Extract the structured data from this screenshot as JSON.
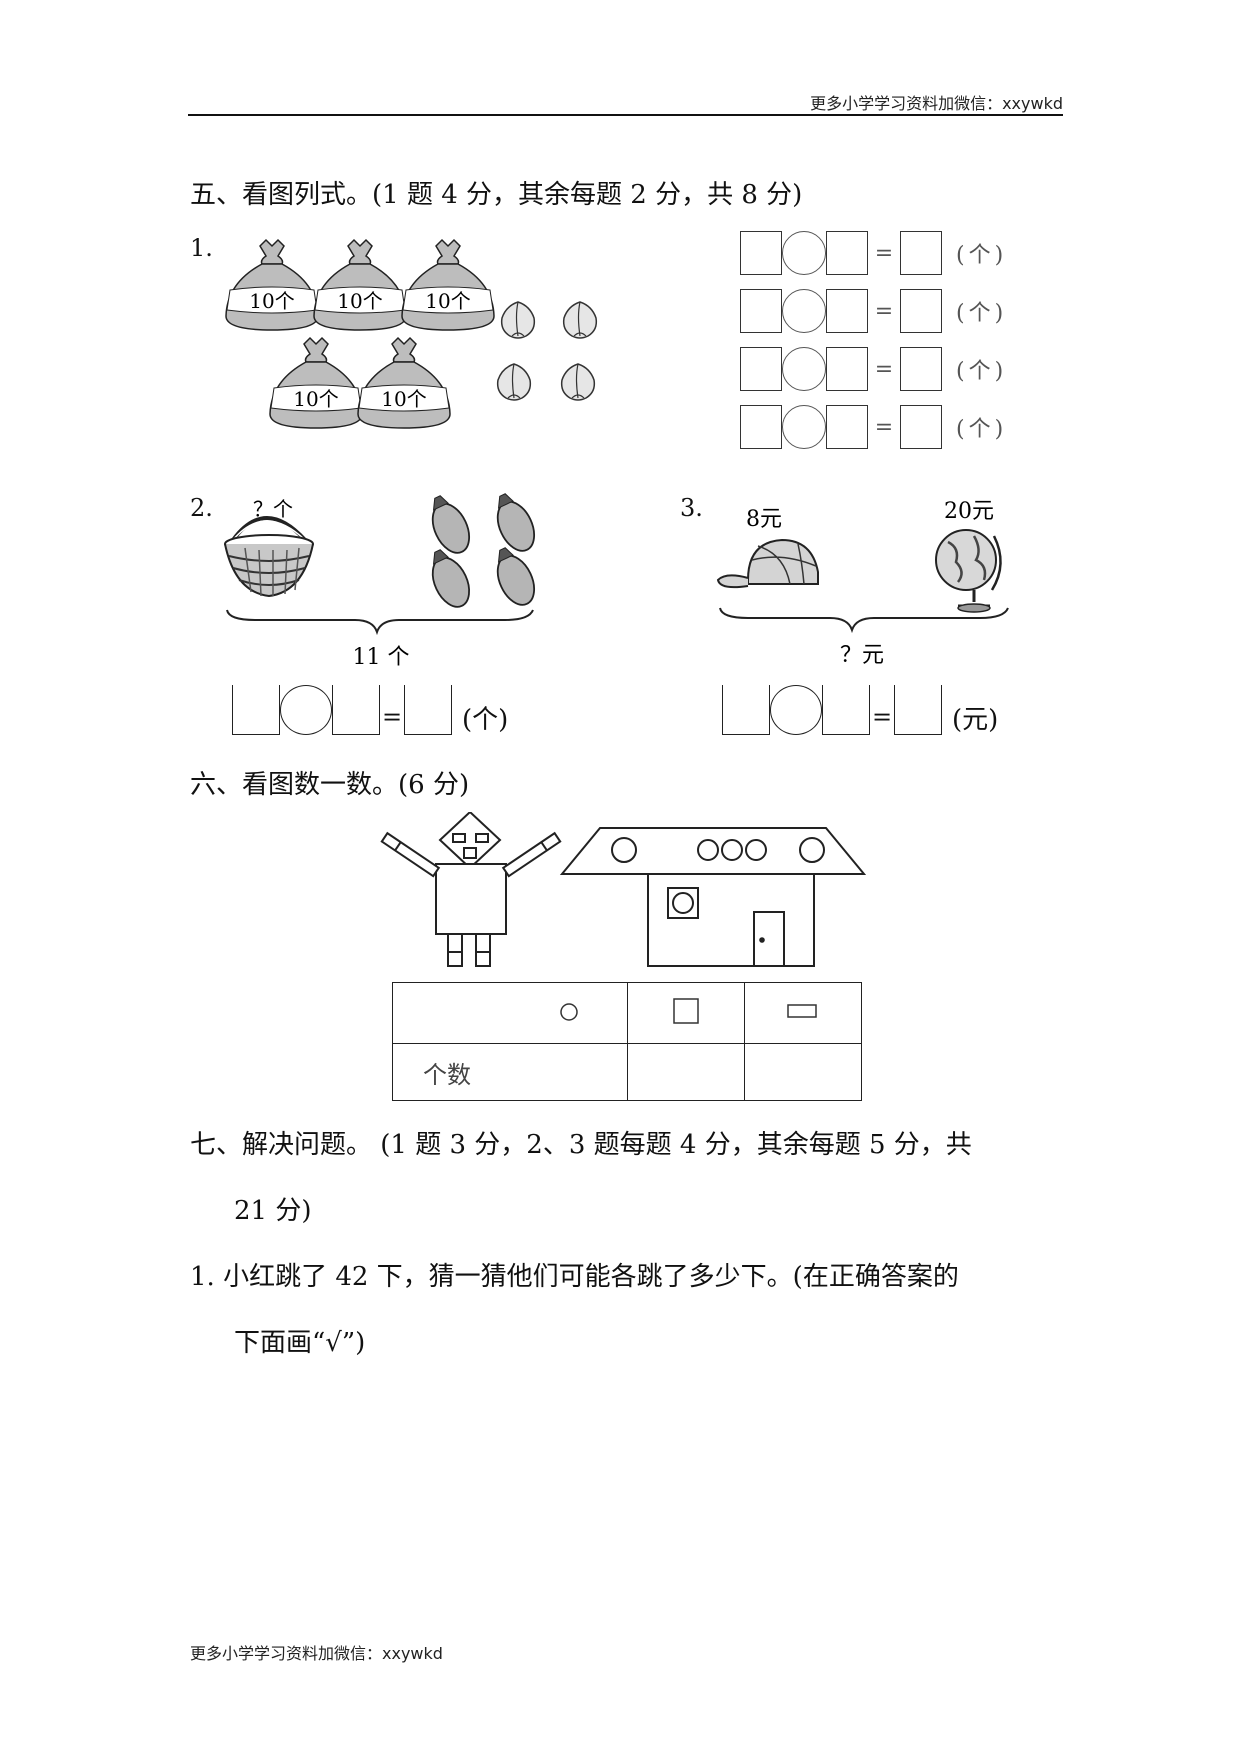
{
  "header": {
    "text": "更多小学学习资料加微信：xxywkd"
  },
  "footer": {
    "text": "更多小学学习资料加微信：xxywkd"
  },
  "section5": {
    "heading": "五、看图列式。(1 题 4 分，其余每题 2 分，共 8 分)",
    "q1": {
      "num": "1.",
      "bag_label": "10个",
      "unit": "(个)"
    },
    "q2": {
      "num": "2.",
      "question_label": "？个",
      "total_label": "11 个",
      "unit": "(个)"
    },
    "q3": {
      "num": "3.",
      "price_cap": "8元",
      "price_globe": "20元",
      "total_label": "？元",
      "unit": "(元)"
    },
    "equals": "="
  },
  "section6": {
    "heading": "六、看图数一数。(6 分)",
    "table_row_label": "个数"
  },
  "section7": {
    "heading_line1": "七、解决问题。 (1 题 3 分，2、3 题每题 4 分，其余每题 5 分，共",
    "heading_line2": "21 分)",
    "q1_line1": "1. 小红跳了 42 下，猜一猜他们可能各跳了多少下。(在正确答案的",
    "q1_line2": "下面画“√”)"
  }
}
